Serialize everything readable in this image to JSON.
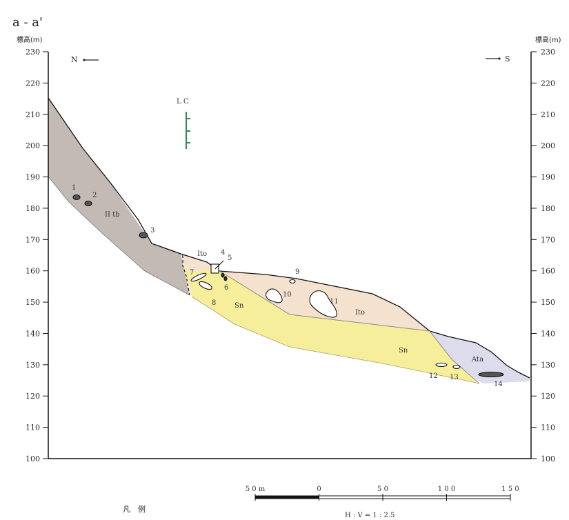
{
  "title": "a - a'",
  "axis_label_left": "標高(m)",
  "axis_label_right": "標高(m)",
  "direction_left": "N",
  "direction_right": "S",
  "scale_bar": {
    "labels": [
      "5 0 m",
      "0",
      "5 0",
      "1 0 0",
      "1 5 0"
    ]
  },
  "scale_ratio": "H : V = 1 : 2.5",
  "legend_heading": "凡　例",
  "marker_label": "L C",
  "colors": {
    "IItb": "#c3bab5",
    "Ito": "#f4e2cf",
    "Sn": "#f6ee9a",
    "Ata": "#dcdcec",
    "marker": "#2e8b57"
  },
  "units": [
    {
      "id": "IItb",
      "label": "II tb"
    },
    {
      "id": "Ito_upper",
      "label": "Ito"
    },
    {
      "id": "Ito",
      "label": "Ito"
    },
    {
      "id": "Sn_upper",
      "label": "Sn"
    },
    {
      "id": "Sn",
      "label": "Sn"
    },
    {
      "id": "Ata",
      "label": "Ata"
    }
  ],
  "lens_labels": [
    "1",
    "2",
    "3",
    "4",
    "5",
    "6",
    "7",
    "8",
    "9",
    "10",
    "11",
    "12",
    "13",
    "14"
  ],
  "chart_data": {
    "type": "cross-section",
    "y_ticks": [
      100,
      110,
      120,
      130,
      140,
      150,
      160,
      170,
      180,
      190,
      200,
      210,
      220,
      230
    ],
    "ylim": [
      100,
      230
    ],
    "scale_ticks": [
      -50,
      0,
      50,
      100,
      150
    ]
  }
}
